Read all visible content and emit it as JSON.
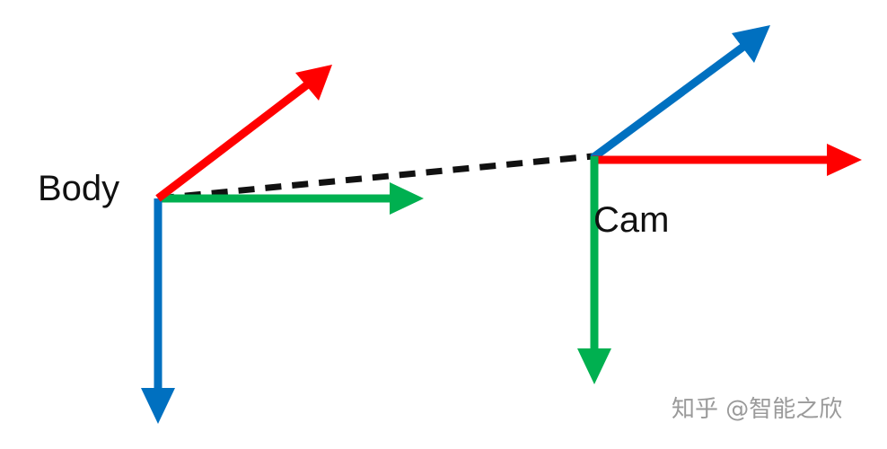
{
  "frames": {
    "body": {
      "label": "Body"
    },
    "cam": {
      "label": "Cam"
    }
  },
  "axis_colors": {
    "red": "#ff0000",
    "green": "#00b050",
    "blue": "#0070c0"
  },
  "link_color": "#111111",
  "watermark": "知乎 @智能之欣"
}
